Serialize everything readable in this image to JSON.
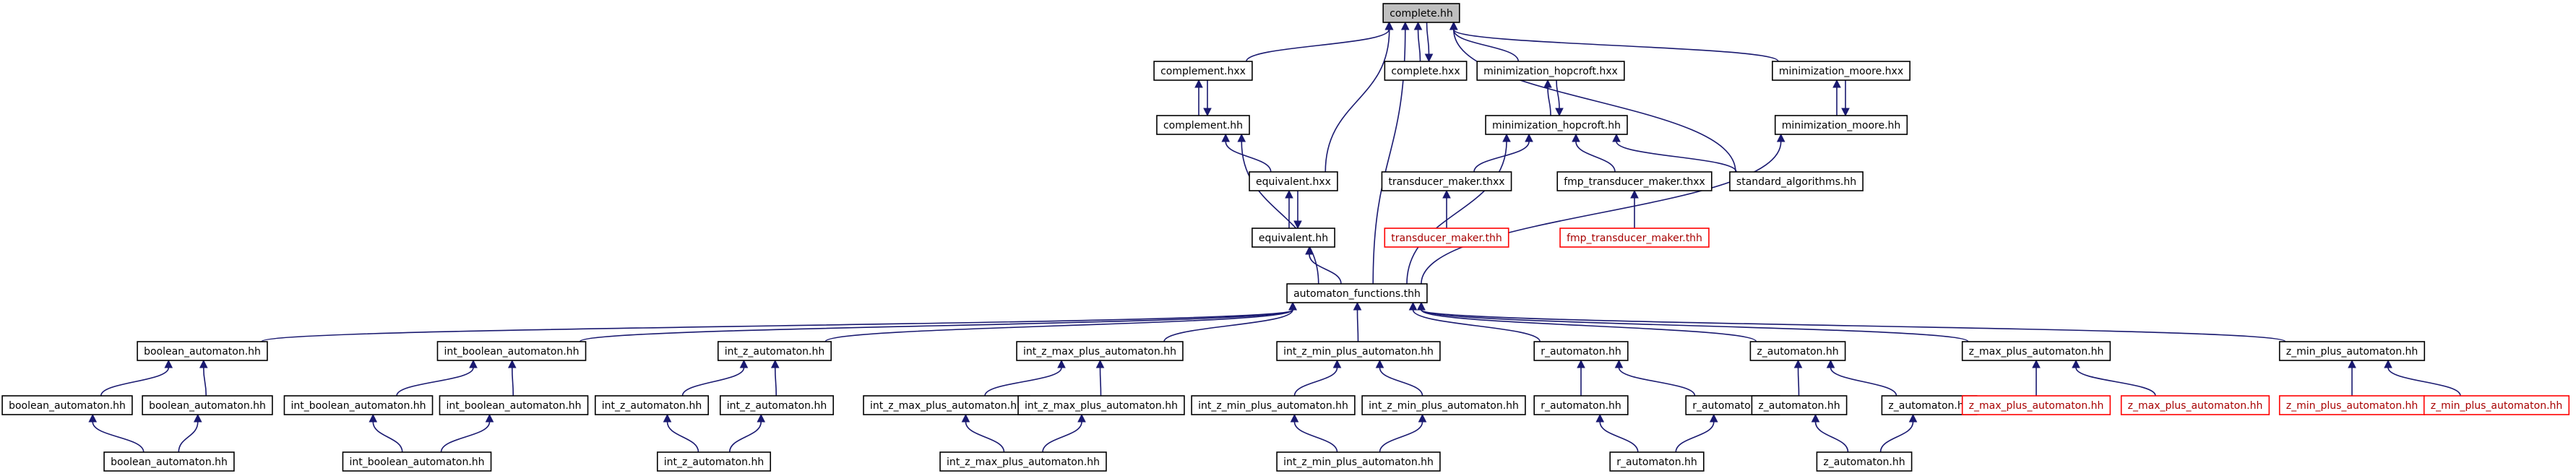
{
  "colors": {
    "edge": "#191970",
    "missing_border": "#ff0000",
    "missing_text": "#a80000",
    "root_fill": "#bfbfbf"
  },
  "nodes": [
    {
      "id": "n0",
      "label": "complete.hh",
      "root": true
    },
    {
      "id": "n1",
      "label": "complement.hxx"
    },
    {
      "id": "n2",
      "label": "complete.hxx"
    },
    {
      "id": "n3",
      "label": "minimization_hopcroft.hxx"
    },
    {
      "id": "n4",
      "label": "minimization_moore.hxx"
    },
    {
      "id": "n5",
      "label": "complement.hh"
    },
    {
      "id": "n6",
      "label": "minimization_hopcroft.hh"
    },
    {
      "id": "n7",
      "label": "minimization_moore.hh"
    },
    {
      "id": "n8",
      "label": "equivalent.hxx"
    },
    {
      "id": "n9",
      "label": "transducer_maker.thxx"
    },
    {
      "id": "n10",
      "label": "fmp_transducer_maker.thxx"
    },
    {
      "id": "n11",
      "label": "standard_algorithms.hh"
    },
    {
      "id": "n12",
      "label": "equivalent.hh"
    },
    {
      "id": "n13",
      "label": "transducer_maker.thh",
      "missing": true
    },
    {
      "id": "n14",
      "label": "fmp_transducer_maker.thh",
      "missing": true
    },
    {
      "id": "n15",
      "label": "automaton_functions.thh"
    },
    {
      "id": "n16",
      "label": "boolean_automaton.hh"
    },
    {
      "id": "n17",
      "label": "int_boolean_automaton.hh"
    },
    {
      "id": "n18",
      "label": "int_z_automaton.hh"
    },
    {
      "id": "n19",
      "label": "int_z_max_plus_automaton.hh"
    },
    {
      "id": "n20",
      "label": "int_z_min_plus_automaton.hh"
    },
    {
      "id": "n21",
      "label": "r_automaton.hh"
    },
    {
      "id": "n22",
      "label": "z_automaton.hh"
    },
    {
      "id": "n23",
      "label": "z_max_plus_automaton.hh"
    },
    {
      "id": "n24",
      "label": "z_min_plus_automaton.hh"
    },
    {
      "id": "n25",
      "label": "boolean_automaton.hh"
    },
    {
      "id": "n26",
      "label": "boolean_automaton.hh"
    },
    {
      "id": "n27",
      "label": "int_boolean_automaton.hh"
    },
    {
      "id": "n28",
      "label": "int_boolean_automaton.hh"
    },
    {
      "id": "n29",
      "label": "int_z_automaton.hh"
    },
    {
      "id": "n30",
      "label": "int_z_automaton.hh"
    },
    {
      "id": "n31",
      "label": "int_z_max_plus_automaton.hh"
    },
    {
      "id": "n32",
      "label": "int_z_max_plus_automaton.hh"
    },
    {
      "id": "n33",
      "label": "int_z_min_plus_automaton.hh"
    },
    {
      "id": "n34",
      "label": "int_z_min_plus_automaton.hh"
    },
    {
      "id": "n35",
      "label": "r_automaton.hh"
    },
    {
      "id": "n36",
      "label": "r_automaton.hh"
    },
    {
      "id": "n37",
      "label": "z_automaton.hh"
    },
    {
      "id": "n38",
      "label": "z_automaton.hh"
    },
    {
      "id": "n39",
      "label": "z_max_plus_automaton.hh",
      "missing": true
    },
    {
      "id": "n40",
      "label": "z_max_plus_automaton.hh",
      "missing": true
    },
    {
      "id": "n41",
      "label": "z_min_plus_automaton.hh",
      "missing": true
    },
    {
      "id": "n42",
      "label": "z_min_plus_automaton.hh",
      "missing": true
    },
    {
      "id": "n43",
      "label": "boolean_automaton.hh"
    },
    {
      "id": "n44",
      "label": "int_boolean_automaton.hh"
    },
    {
      "id": "n45",
      "label": "int_z_automaton.hh"
    },
    {
      "id": "n46",
      "label": "int_z_max_plus_automaton.hh"
    },
    {
      "id": "n47",
      "label": "int_z_min_plus_automaton.hh"
    },
    {
      "id": "n48",
      "label": "r_automaton.hh"
    },
    {
      "id": "n49",
      "label": "z_automaton.hh"
    }
  ],
  "edges": [
    [
      "n1",
      "n0"
    ],
    [
      "n2",
      "n0"
    ],
    [
      "n0",
      "n2"
    ],
    [
      "n3",
      "n0"
    ],
    [
      "n4",
      "n0"
    ],
    [
      "n8",
      "n0"
    ],
    [
      "n15",
      "n0"
    ],
    [
      "n11",
      "n0"
    ],
    [
      "n5",
      "n1"
    ],
    [
      "n1",
      "n5"
    ],
    [
      "n6",
      "n3"
    ],
    [
      "n3",
      "n6"
    ],
    [
      "n7",
      "n4"
    ],
    [
      "n4",
      "n7"
    ],
    [
      "n8",
      "n5"
    ],
    [
      "n15",
      "n5"
    ],
    [
      "n12",
      "n8"
    ],
    [
      "n8",
      "n12"
    ],
    [
      "n9",
      "n6"
    ],
    [
      "n10",
      "n6"
    ],
    [
      "n11",
      "n6"
    ],
    [
      "n15",
      "n6"
    ],
    [
      "n13",
      "n9"
    ],
    [
      "n14",
      "n10"
    ],
    [
      "n15",
      "n7"
    ],
    [
      "n15",
      "n12"
    ],
    [
      "n16",
      "n15"
    ],
    [
      "n17",
      "n15"
    ],
    [
      "n18",
      "n15"
    ],
    [
      "n19",
      "n15"
    ],
    [
      "n20",
      "n15"
    ],
    [
      "n21",
      "n15"
    ],
    [
      "n22",
      "n15"
    ],
    [
      "n23",
      "n15"
    ],
    [
      "n24",
      "n15"
    ],
    [
      "n25",
      "n16"
    ],
    [
      "n26",
      "n16"
    ],
    [
      "n27",
      "n17"
    ],
    [
      "n28",
      "n17"
    ],
    [
      "n29",
      "n18"
    ],
    [
      "n30",
      "n18"
    ],
    [
      "n31",
      "n19"
    ],
    [
      "n32",
      "n19"
    ],
    [
      "n33",
      "n20"
    ],
    [
      "n34",
      "n20"
    ],
    [
      "n35",
      "n21"
    ],
    [
      "n36",
      "n21"
    ],
    [
      "n37",
      "n22"
    ],
    [
      "n38",
      "n22"
    ],
    [
      "n39",
      "n23"
    ],
    [
      "n40",
      "n23"
    ],
    [
      "n41",
      "n24"
    ],
    [
      "n42",
      "n24"
    ],
    [
      "n43",
      "n25"
    ],
    [
      "n43",
      "n26"
    ],
    [
      "n44",
      "n27"
    ],
    [
      "n44",
      "n28"
    ],
    [
      "n45",
      "n29"
    ],
    [
      "n45",
      "n30"
    ],
    [
      "n46",
      "n31"
    ],
    [
      "n46",
      "n32"
    ],
    [
      "n47",
      "n33"
    ],
    [
      "n47",
      "n34"
    ],
    [
      "n48",
      "n35"
    ],
    [
      "n48",
      "n36"
    ],
    [
      "n49",
      "n37"
    ],
    [
      "n49",
      "n38"
    ]
  ]
}
